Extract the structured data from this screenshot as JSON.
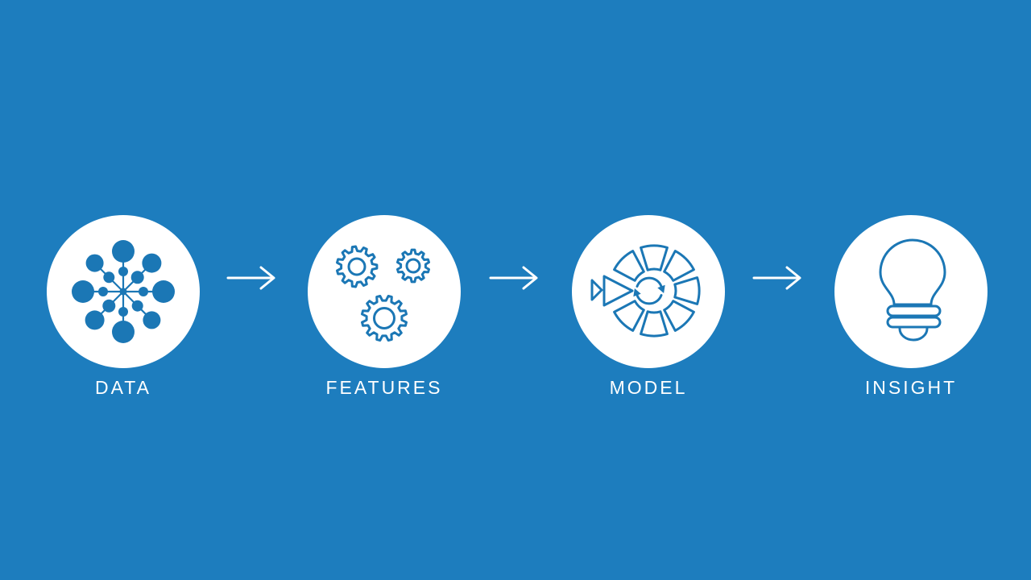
{
  "slide": {
    "diagram_type": "process-flow",
    "background_color": "#1d7dbe",
    "accent_color": "#1b77b5",
    "circle_color": "#ffffff",
    "label_color": "#ffffff",
    "steps": [
      {
        "label": "DATA",
        "icon": "data-network-icon"
      },
      {
        "label": "FEATURES",
        "icon": "gears-icon"
      },
      {
        "label": "MODEL",
        "icon": "model-iteration-icon"
      },
      {
        "label": "INSIGHT",
        "icon": "lightbulb-icon"
      }
    ],
    "connector": {
      "icon": "right-arrow-icon",
      "glyph": "→",
      "color": "#ffffff"
    }
  }
}
